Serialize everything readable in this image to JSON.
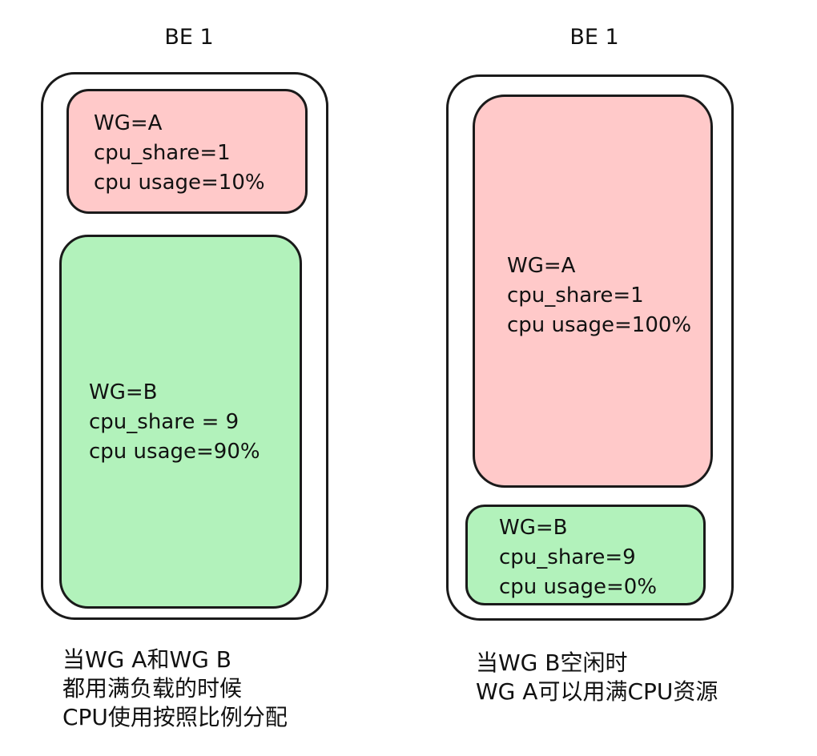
{
  "panels": [
    {
      "title": "BE 1",
      "groups": [
        {
          "name": "WG=A",
          "share": "cpu_share=1",
          "usage": "cpu usage=10%"
        },
        {
          "name": "WG=B",
          "share": "cpu_share = 9",
          "usage": "cpu usage=90%"
        }
      ],
      "caption": [
        "当WG A和WG B",
        "都用满负载的时候",
        "CPU使用按照比例分配"
      ]
    },
    {
      "title": "BE 1",
      "groups": [
        {
          "name": "WG=A",
          "share": "cpu_share=1",
          "usage": "cpu usage=100%"
        },
        {
          "name": "WG=B",
          "share": "cpu_share=9",
          "usage": "cpu usage=0%"
        }
      ],
      "caption": [
        "当WG B空闲时",
        "WG A可以用满CPU资源"
      ]
    }
  ],
  "colors": {
    "wg_a_fill": "#ffc9c9",
    "wg_b_fill": "#b2f2bb",
    "stroke": "#1a1a1a"
  }
}
